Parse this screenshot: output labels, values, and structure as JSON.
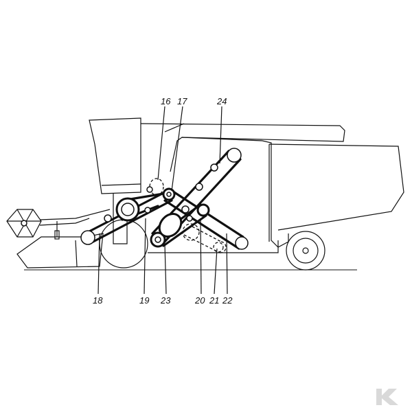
{
  "diagram": {
    "labels": {
      "l16": "16",
      "l17": "17",
      "l24": "24",
      "l18": "18",
      "l19": "19",
      "l23": "23",
      "l20": "20",
      "l21": "21",
      "l22": "22"
    },
    "watermark": "K",
    "colors": {
      "line": "#111111",
      "background": "#ffffff",
      "watermark": "#d9d9d9"
    }
  }
}
